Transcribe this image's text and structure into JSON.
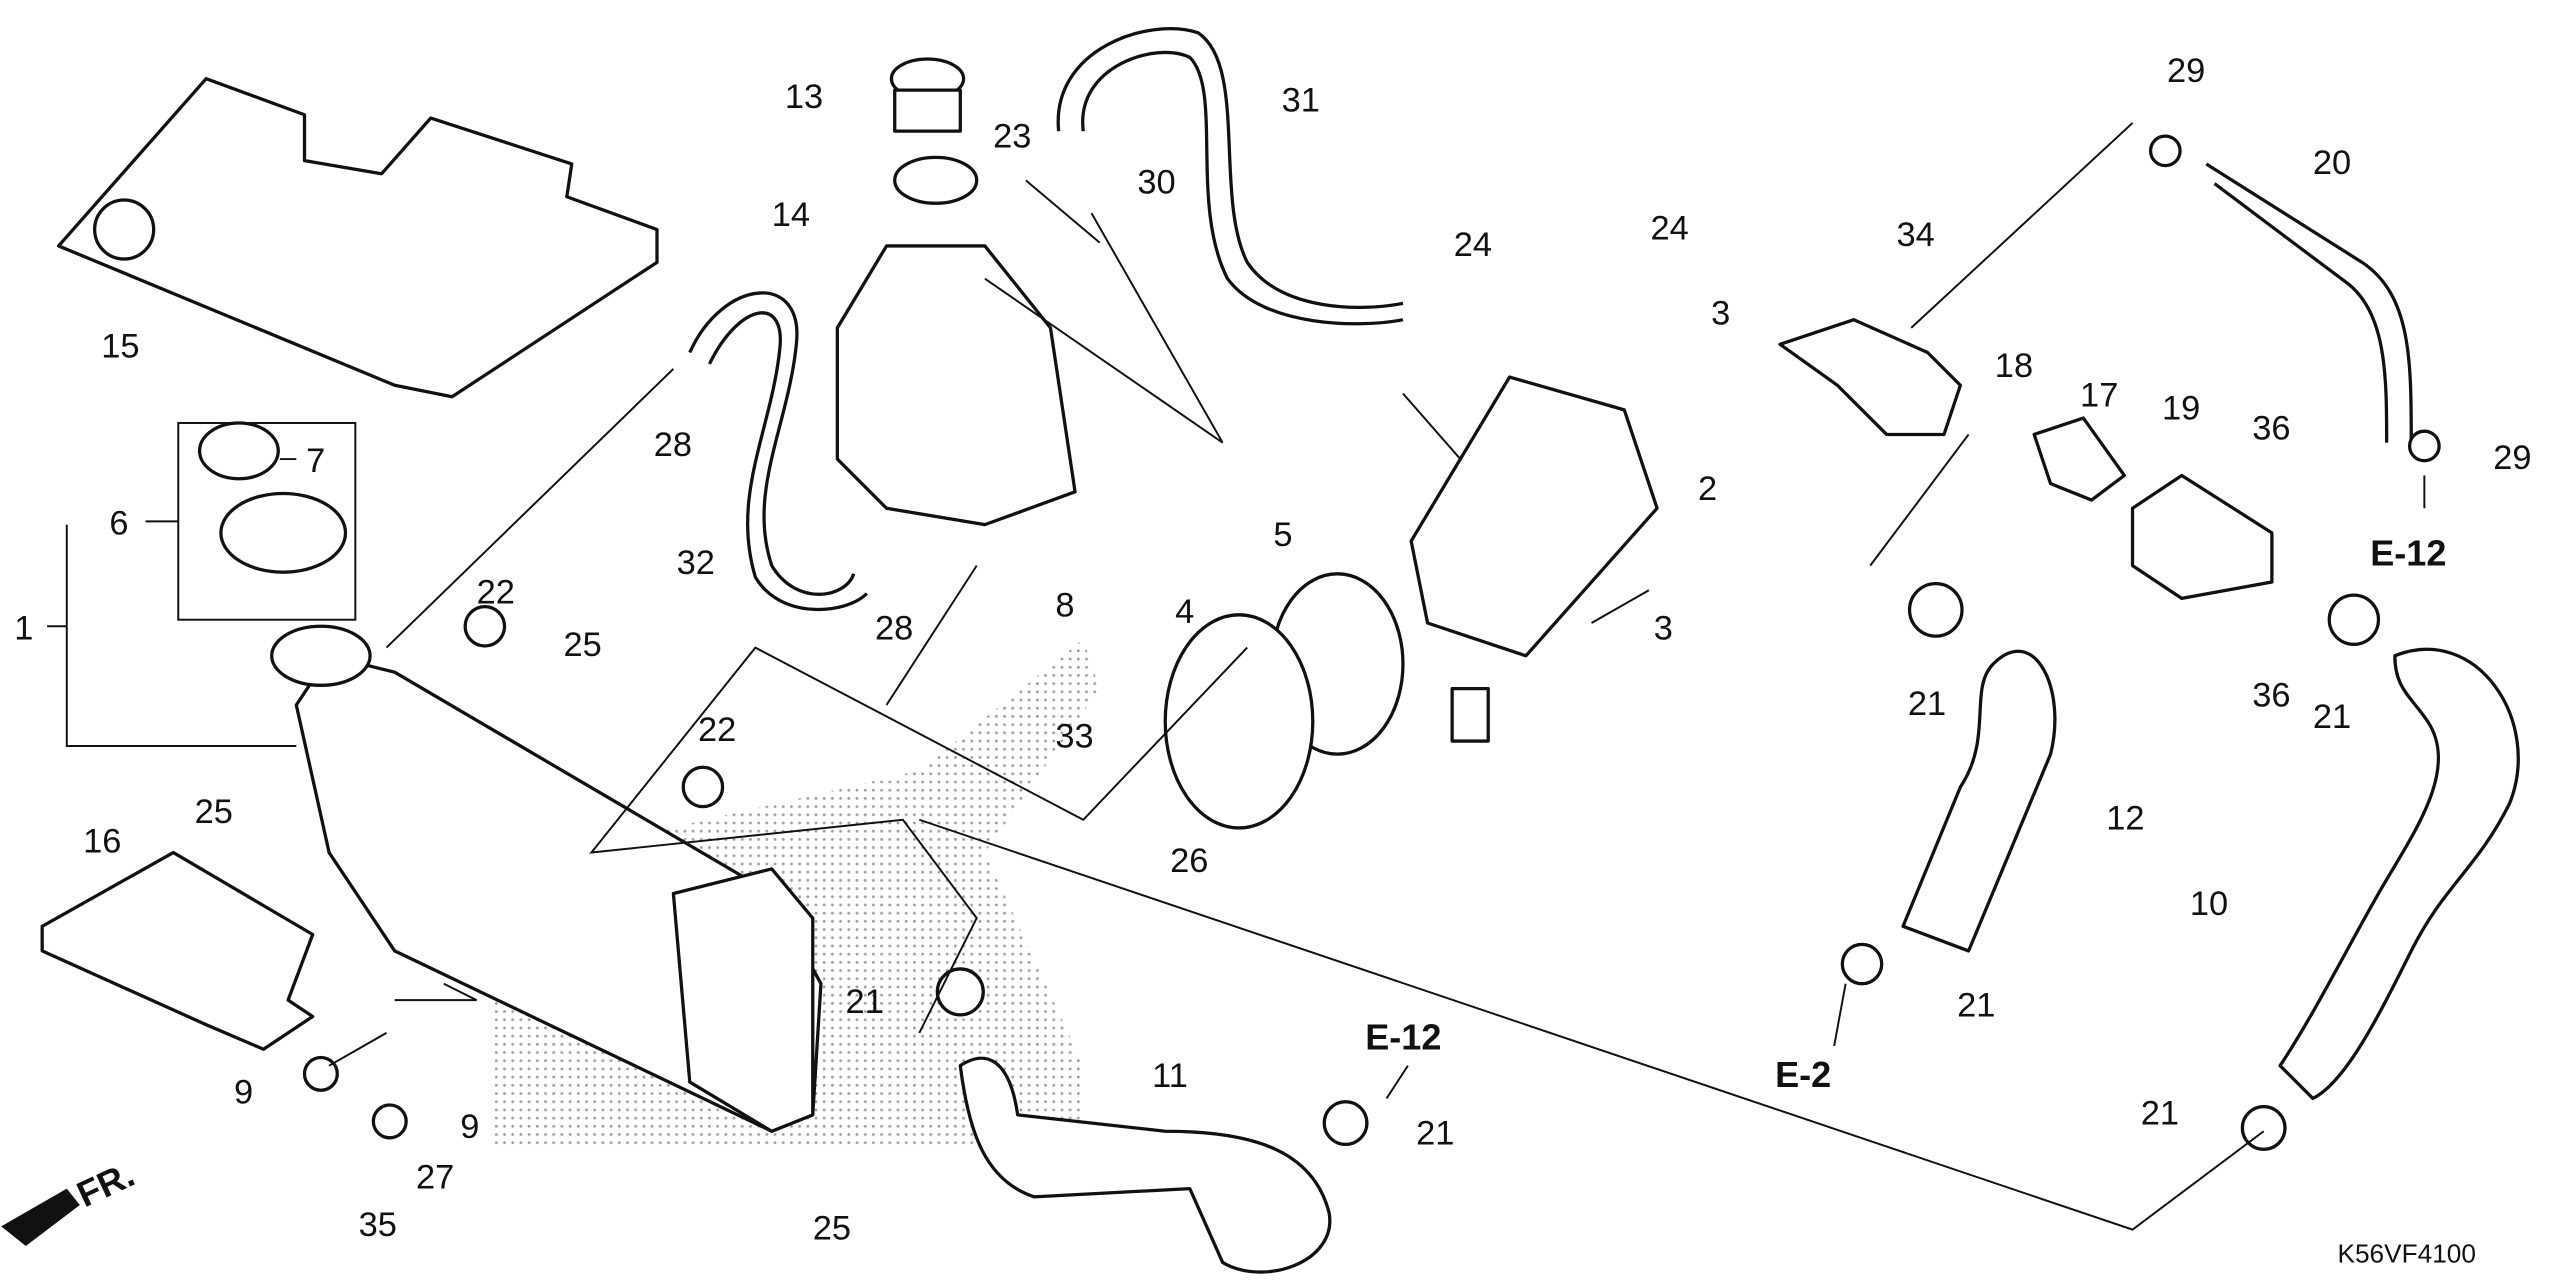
{
  "diagram": {
    "code": "K56VF4100",
    "front_marker": "FR.",
    "callouts": [
      {
        "id": "c1",
        "text": "1"
      },
      {
        "id": "c2",
        "text": "2"
      },
      {
        "id": "c3a",
        "text": "3"
      },
      {
        "id": "c3b",
        "text": "3"
      },
      {
        "id": "c4",
        "text": "4"
      },
      {
        "id": "c5",
        "text": "5"
      },
      {
        "id": "c6",
        "text": "6"
      },
      {
        "id": "c7",
        "text": "7"
      },
      {
        "id": "c8",
        "text": "8"
      },
      {
        "id": "c9a",
        "text": "9"
      },
      {
        "id": "c9b",
        "text": "9"
      },
      {
        "id": "c10",
        "text": "10"
      },
      {
        "id": "c11",
        "text": "11"
      },
      {
        "id": "c12",
        "text": "12"
      },
      {
        "id": "c13",
        "text": "13"
      },
      {
        "id": "c14",
        "text": "14"
      },
      {
        "id": "c15",
        "text": "15"
      },
      {
        "id": "c16",
        "text": "16"
      },
      {
        "id": "c17",
        "text": "17"
      },
      {
        "id": "c18",
        "text": "18"
      },
      {
        "id": "c19",
        "text": "19"
      },
      {
        "id": "c20",
        "text": "20"
      },
      {
        "id": "c21a",
        "text": "21"
      },
      {
        "id": "c21b",
        "text": "21"
      },
      {
        "id": "c21c",
        "text": "21"
      },
      {
        "id": "c21d",
        "text": "21"
      },
      {
        "id": "c21e",
        "text": "21"
      },
      {
        "id": "c21f",
        "text": "21"
      },
      {
        "id": "c22a",
        "text": "22"
      },
      {
        "id": "c22b",
        "text": "22"
      },
      {
        "id": "c23",
        "text": "23"
      },
      {
        "id": "c24a",
        "text": "24"
      },
      {
        "id": "c24b",
        "text": "24"
      },
      {
        "id": "c25a",
        "text": "25"
      },
      {
        "id": "c25b",
        "text": "25"
      },
      {
        "id": "c25c",
        "text": "25"
      },
      {
        "id": "c26",
        "text": "26"
      },
      {
        "id": "c27",
        "text": "27"
      },
      {
        "id": "c28a",
        "text": "28"
      },
      {
        "id": "c28b",
        "text": "28"
      },
      {
        "id": "c29a",
        "text": "29"
      },
      {
        "id": "c29b",
        "text": "29"
      },
      {
        "id": "c30",
        "text": "30"
      },
      {
        "id": "c31",
        "text": "31"
      },
      {
        "id": "c32",
        "text": "32"
      },
      {
        "id": "c33",
        "text": "33"
      },
      {
        "id": "c34",
        "text": "34"
      },
      {
        "id": "c35",
        "text": "35"
      },
      {
        "id": "c36a",
        "text": "36"
      },
      {
        "id": "c36b",
        "text": "36"
      }
    ],
    "references": [
      {
        "id": "r1",
        "text": "E-12"
      },
      {
        "id": "r2",
        "text": "E-12"
      },
      {
        "id": "r3",
        "text": "E-2"
      }
    ]
  }
}
